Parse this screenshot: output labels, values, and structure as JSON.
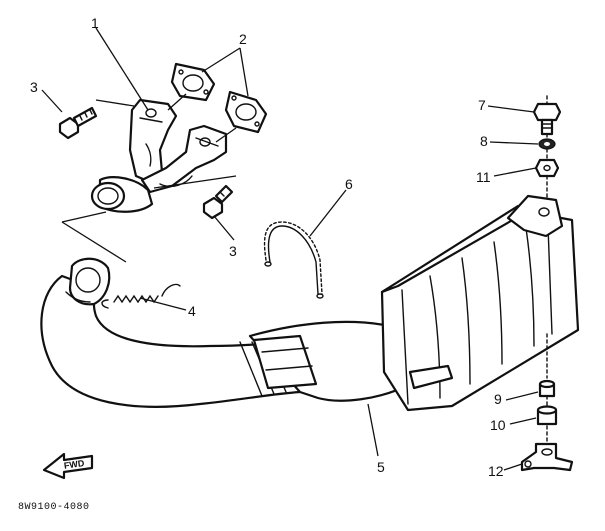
{
  "diagram": {
    "drawing_number": "8W9100-4080",
    "front_arrow_label": "FWD",
    "callouts": {
      "c1": "1",
      "c2": "2",
      "c3a": "3",
      "c3b": "3",
      "c4": "4",
      "c5": "5",
      "c6": "6",
      "c7": "7",
      "c8": "8",
      "c9": "9",
      "c10": "10",
      "c11": "11",
      "c12": "12"
    },
    "parts": [
      {
        "ref": "1",
        "name": "exhaust-pipe-joint-icon"
      },
      {
        "ref": "2",
        "name": "exhaust-gasket-icon"
      },
      {
        "ref": "3",
        "name": "flange-bolt-icon"
      },
      {
        "ref": "4",
        "name": "tension-spring-icon"
      },
      {
        "ref": "5",
        "name": "muffler-assembly-icon"
      },
      {
        "ref": "6",
        "name": "heat-protector-spring-icon"
      },
      {
        "ref": "7",
        "name": "mounting-bolt-icon"
      },
      {
        "ref": "8",
        "name": "washer-icon"
      },
      {
        "ref": "9",
        "name": "damper-icon"
      },
      {
        "ref": "10",
        "name": "collar-icon"
      },
      {
        "ref": "11",
        "name": "nut-icon"
      },
      {
        "ref": "12",
        "name": "bracket-icon"
      }
    ]
  }
}
